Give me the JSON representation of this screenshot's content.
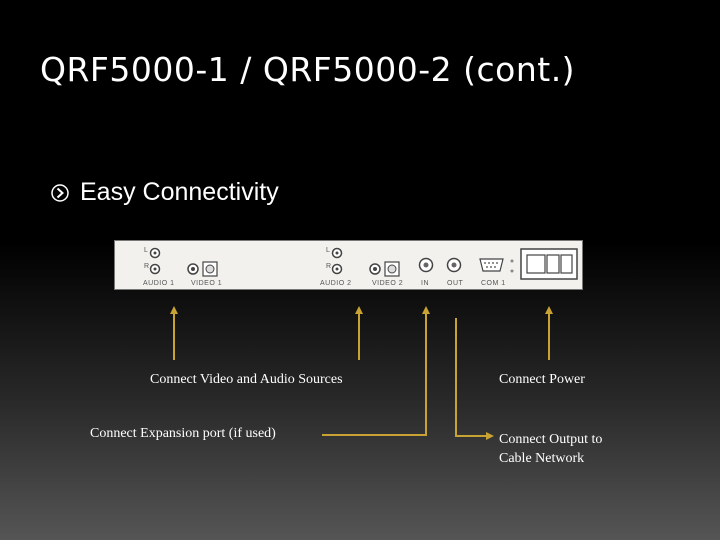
{
  "slide": {
    "title": "QRF5000-1 / QRF5000-2 (cont.)",
    "bullet": "Easy Connectivity",
    "accent_color": "#c8a232"
  },
  "panel": {
    "port_labels": {
      "audio1": "AUDIO 1",
      "video1": "VIDEO 1",
      "audio2": "AUDIO 2",
      "video2": "VIDEO 2",
      "in": "IN",
      "out": "OUT",
      "com1": "COM 1",
      "l": "L",
      "r": "R"
    }
  },
  "callouts": {
    "video_audio": "Connect Video and Audio Sources",
    "power": "Connect Power",
    "expansion": "Connect Expansion port (if used)",
    "output_line1": "Connect Output to",
    "output_line2": "Cable Network"
  }
}
